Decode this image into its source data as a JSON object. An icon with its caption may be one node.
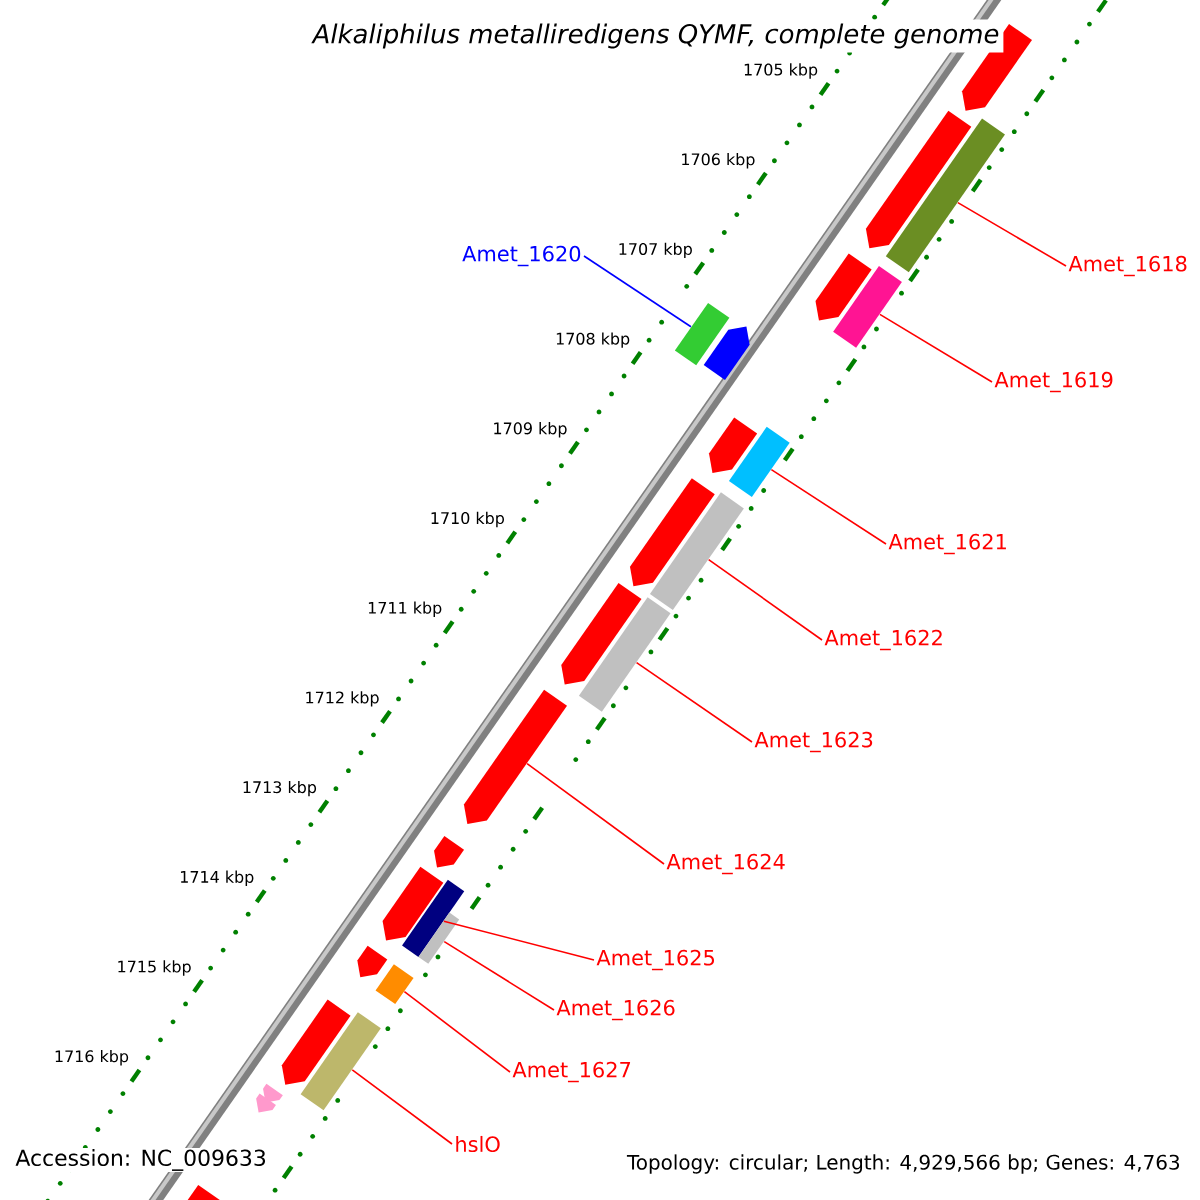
{
  "diagram": {
    "title": "Alkaliphilus metalliredigens QYMF, complete genome",
    "nodes": [
      {
        "text": [],
        "shape": "arrow"
      },
      {
        "text": [],
        "shape": "bar"
      },
      {
        "text": [],
        "shape": "arrow"
      },
      {
        "text": [],
        "shape": "arrow"
      },
      {
        "text": [],
        "shape": "bar"
      },
      {
        "text": [],
        "shape": "bar"
      },
      {
        "text": [],
        "shape": "arrow"
      },
      {
        "text": [],
        "shape": "bar"
      },
      {
        "text": [],
        "shape": "arrow"
      },
      {
        "text": [],
        "shape": "arrow"
      },
      {
        "text": [],
        "shape": "bar"
      },
      {
        "text": [],
        "shape": "arrow"
      },
      {
        "text": [],
        "shape": "bar"
      },
      {
        "text": [],
        "shape": "arrow"
      },
      {
        "text": [],
        "shape": "arrow"
      },
      {
        "text": [],
        "shape": "arrow"
      },
      {
        "text": [],
        "shape": "bar"
      },
      {
        "text": [],
        "shape": "bar"
      },
      {
        "text": [],
        "shape": "arrow"
      },
      {
        "text": [],
        "shape": "bar"
      },
      {
        "text": [],
        "shape": "arrow"
      },
      {
        "text": [],
        "shape": "bar"
      },
      {
        "text": [],
        "shape": "arrow"
      },
      {
        "text": [],
        "shape": "arrow"
      },
      {
        "text": [],
        "shape": "pentagon"
      },
      {
        "text": [
          "Amet_1620"
        ]
      },
      {
        "text": [
          "Amet_1618"
        ]
      },
      {
        "text": [
          "Amet_1619"
        ]
      },
      {
        "text": [
          "Amet_1621"
        ]
      },
      {
        "text": [
          "Amet_1622"
        ]
      },
      {
        "text": [
          "Amet_1623"
        ]
      },
      {
        "text": [
          "Amet_1624"
        ]
      },
      {
        "text": [
          "Amet_1625"
        ]
      },
      {
        "text": [
          "Amet_1626"
        ]
      },
      {
        "text": [
          "Amet_1627"
        ]
      },
      {
        "text": [
          "hslO"
        ]
      }
    ],
    "edges": [
      {
        "from": 25,
        "to": 5,
        "arrow": "none",
        "color": "#0000ff"
      },
      {
        "from": 26,
        "to": 1,
        "arrow": "none"
      },
      {
        "from": 27,
        "to": 4,
        "arrow": "none"
      },
      {
        "from": 28,
        "to": 7,
        "arrow": "none"
      },
      {
        "from": 29,
        "to": 10,
        "arrow": "none"
      },
      {
        "from": 30,
        "to": 12,
        "arrow": "none"
      },
      {
        "from": 31,
        "to": 13,
        "arrow": "none"
      },
      {
        "from": 32,
        "to": 16,
        "arrow": "none"
      },
      {
        "from": 33,
        "to": 17,
        "arrow": "none"
      },
      {
        "from": 34,
        "to": 19,
        "arrow": "none"
      },
      {
        "from": 35,
        "to": 21,
        "arrow": "none"
      }
    ],
    "labels": [
      "1705 kbp",
      "1706 kbp",
      "1707 kbp",
      "1708 kbp",
      "1709 kbp",
      "1710 kbp",
      "1711 kbp",
      "1712 kbp",
      "1713 kbp",
      "1714 kbp",
      "1715 kbp",
      "1716 kbp",
      "Accession: NC_009633",
      "Topology: circular; Length: 4,929,566 bp; Genes: 4,763"
    ]
  }
}
